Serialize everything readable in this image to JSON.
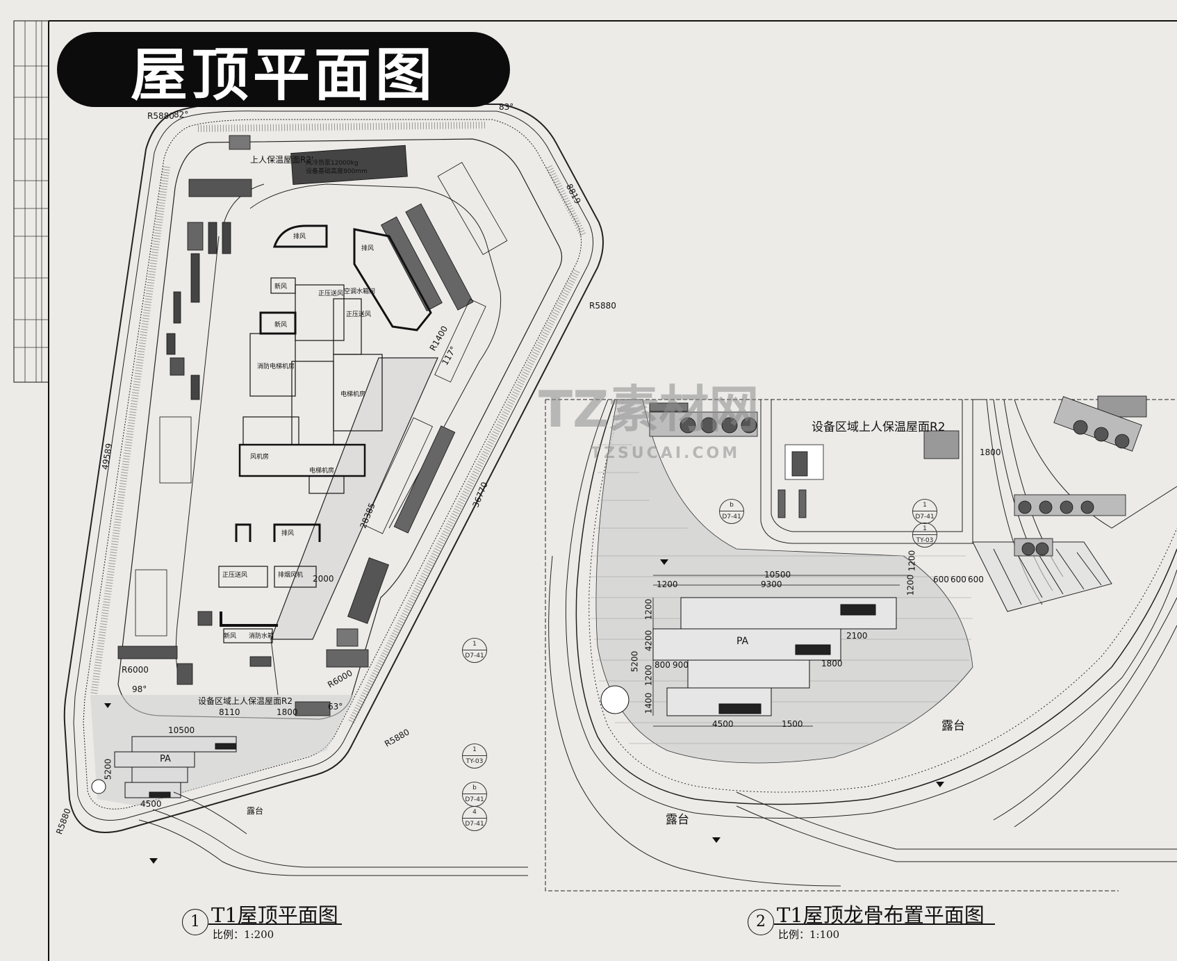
{
  "header": {
    "title": "屋顶平面图"
  },
  "views": [
    {
      "number": "1",
      "title": "T1屋顶平面图",
      "scale": "比例：1:200"
    },
    {
      "number": "2",
      "title": "T1屋顶龙骨布置平面图",
      "scale": "比例：1:100"
    }
  ],
  "watermark": {
    "brand": "TZ素材网",
    "url": "TZSUCAI.COM"
  },
  "plan1": {
    "roof_upper": "上人保温屋面R2'",
    "roof_lower": "设备区域上人保温屋面R2",
    "radius_labels": [
      "R5880",
      "R5880",
      "R5880",
      "R5880",
      "R6000",
      "R6000",
      "R1400"
    ],
    "angle_labels": [
      "82°",
      "83°",
      "117°",
      "98°",
      "63°"
    ],
    "dims": [
      "49589",
      "8819",
      "28385",
      "36770",
      "10500",
      "5200",
      "4500",
      "8110",
      "1800",
      "2000"
    ],
    "terrace": "露台",
    "pa": "PA",
    "load_note": [
      "风冷热泵12000kg",
      "设备基础高度800mm"
    ],
    "rooms": [
      "排风",
      "排风",
      "新风",
      "新风",
      "正压送风",
      "正压送风",
      "消防电梯机房",
      "电梯机房",
      "电梯机房",
      "空调水箱间",
      "风机房",
      "排烟风机",
      "排风",
      "新风",
      "正压送风",
      "消防水箱"
    ],
    "refs": [
      {
        "top": "1",
        "bottom": "D7-41"
      },
      {
        "top": "1",
        "bottom": "TY-03"
      },
      {
        "top": "b",
        "bottom": "D7-41"
      },
      {
        "top": "4",
        "bottom": "D7-41"
      }
    ]
  },
  "plan2": {
    "roof": "设备区域上人保温屋面R2",
    "terrace": [
      "露台",
      "露台"
    ],
    "pa": "PA",
    "dims": [
      "10500",
      "9300",
      "1200",
      "1200",
      "1200",
      "4200",
      "1200",
      "1400",
      "5200",
      "800",
      "900",
      "2100",
      "1800",
      "4500",
      "1500",
      "1800",
      "600",
      "600",
      "600",
      "1200"
    ],
    "refs": [
      {
        "top": "b",
        "bottom": "D7-41"
      },
      {
        "top": "1",
        "bottom": "D7-41"
      },
      {
        "top": "1",
        "bottom": "TY-03"
      }
    ]
  }
}
